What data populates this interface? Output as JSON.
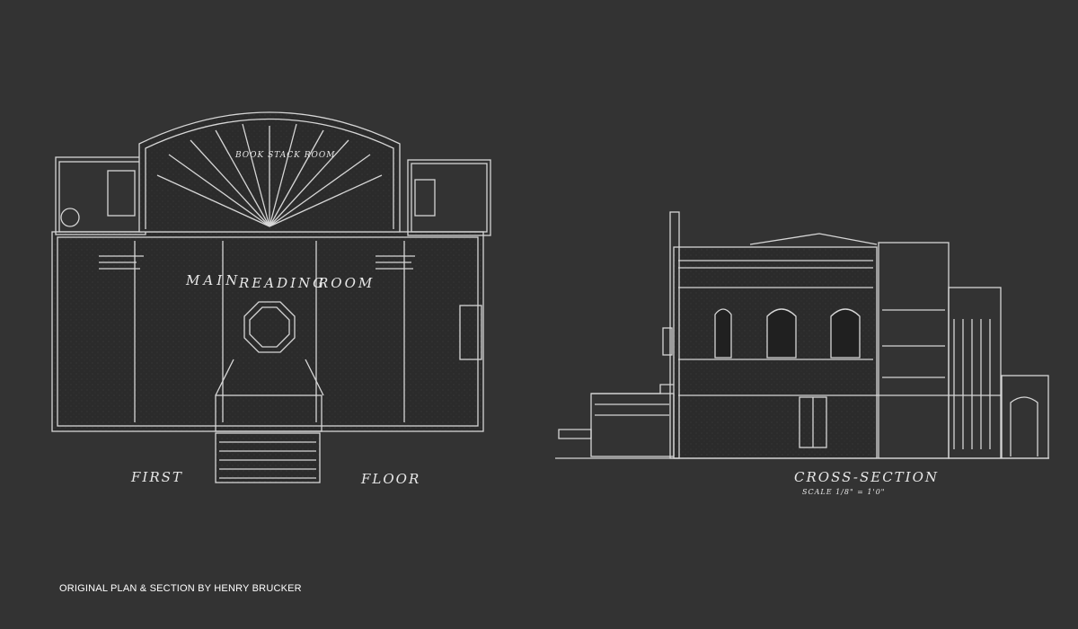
{
  "plan": {
    "label_first": "FIRST",
    "label_floor": "FLOOR",
    "room_main": "MAIN",
    "room_reading": "READING",
    "room_room": "ROOM",
    "stack_room": "BOOK STACK ROOM"
  },
  "section": {
    "title": "CROSS-SECTION",
    "scale": "SCALE 1/8\" = 1'0\""
  },
  "caption": "ORIGINAL PLAN & SECTION BY HENRY BRUCKER",
  "colors": {
    "background": "#333333",
    "linework": "#e8e8e8",
    "caption": "#ffffff"
  }
}
